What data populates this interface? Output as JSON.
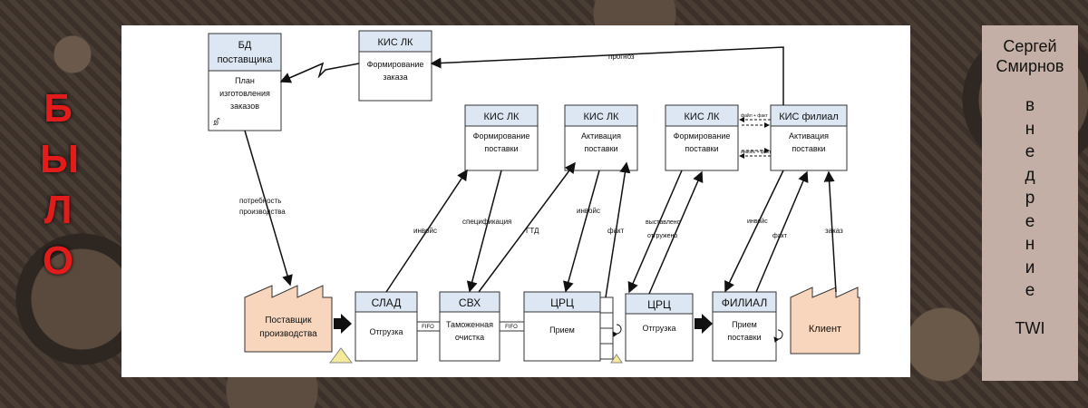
{
  "side_title": [
    "Б",
    "Ы",
    "Л",
    "О"
  ],
  "author": {
    "name_line1": "Сергей",
    "name_line2": "Смирнов",
    "vertical_letters": [
      "в",
      "н",
      "е",
      "д",
      "р",
      "е",
      "н",
      "и",
      "е"
    ],
    "twi": "TWI"
  },
  "processes": {
    "bd": {
      "head": "БД",
      "head2": "поставщика",
      "body1": "План",
      "body2": "изготовления",
      "body3": "заказов"
    },
    "kis1": {
      "head": "КИС ЛК",
      "body1": "Формирование",
      "body2": "заказа"
    },
    "kis2": {
      "head": "КИС ЛК",
      "body1": "Формирование",
      "body2": "поставки"
    },
    "kis3": {
      "head": "КИС ЛК",
      "body1": "Активация",
      "body2": "поставки"
    },
    "kis4": {
      "head": "КИС ЛК",
      "body1": "Формирование",
      "body2": "поставки"
    },
    "kisf": {
      "head": "КИС филиал",
      "body1": "Активация",
      "body2": "поставки"
    },
    "slad": {
      "head": "СЛАД",
      "body1": "Отгрузка"
    },
    "svh": {
      "head": "СВХ",
      "body1": "Таможенная",
      "body2": "очистка"
    },
    "crc1": {
      "head": "ЦРЦ",
      "body1": "Прием"
    },
    "crc2": {
      "head": "ЦРЦ",
      "body1": "Отгрузка"
    },
    "filial": {
      "head": "ФИЛИАЛ",
      "body1": "Прием",
      "body2": "поставки"
    }
  },
  "factories": {
    "supplier1": "Поставщик",
    "supplier2": "производства",
    "client": "Клиент"
  },
  "labels": {
    "prognoz": "прогноз",
    "need1": "потребность",
    "need2": "производства",
    "invoice1": "инвойс",
    "spec": "спецификация",
    "gtd": "ГТД",
    "invoice2": "инвойс",
    "fact1": "факт",
    "shipped1": "выставлено",
    "shipped2": "отгружено",
    "invoice3": "инвойс",
    "fact2": "факт",
    "order": "заказ",
    "fifo1": "FIFO",
    "fifo2": "FIFO",
    "filefact": "файл + факт",
    "invoicefact": "инвойс + факт"
  }
}
